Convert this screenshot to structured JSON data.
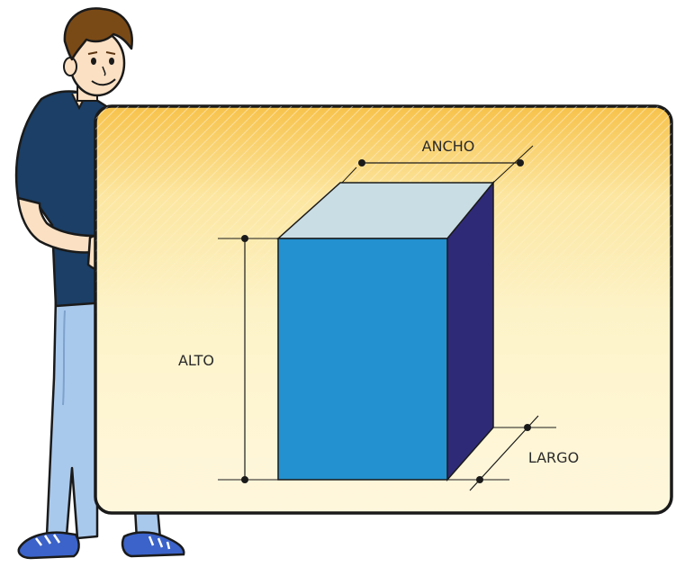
{
  "labels": {
    "ancho": "ANCHO",
    "alto": "ALTO",
    "largo": "LARGO"
  },
  "colors": {
    "board_fill": "#fdf3c8",
    "board_border": "#1a1a1a",
    "box_front": "#2391cf",
    "box_top": "#c9dde4",
    "box_side": "#2f2a78",
    "shirt": "#1b3f66",
    "jeans": "#a9c9ec",
    "skin": "#fbe0c3",
    "hair": "#7a4a16",
    "shoes": "#3b63c9"
  }
}
